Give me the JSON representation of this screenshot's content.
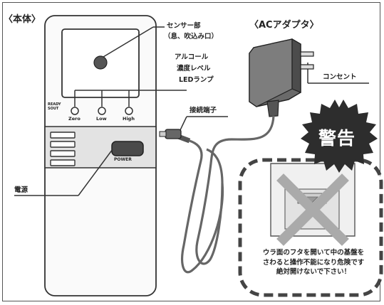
{
  "labels": {
    "main_unit": "〈本体〉",
    "ac_adapter": "〈ACアダプタ〉",
    "sensor_line1": "センサー部",
    "sensor_line2": "（息、吹込み口）",
    "lamp_line1": "アルコール",
    "lamp_line2": "濃度レベル",
    "lamp_line3": "LEDランプ",
    "outlet": "コンセント",
    "connector": "接続端子",
    "power": "電源"
  },
  "device": {
    "ready_line1": "READY",
    "ready_line2": "SOUT",
    "levels": [
      "Zero",
      "Low",
      "High"
    ],
    "power_button": "POWER"
  },
  "warning": {
    "badge": "警告",
    "lines": [
      "ウラ面のフタを開いて中の基盤を",
      "さわると操作不能になり危険です",
      "絶対開けないで下さい！"
    ]
  }
}
